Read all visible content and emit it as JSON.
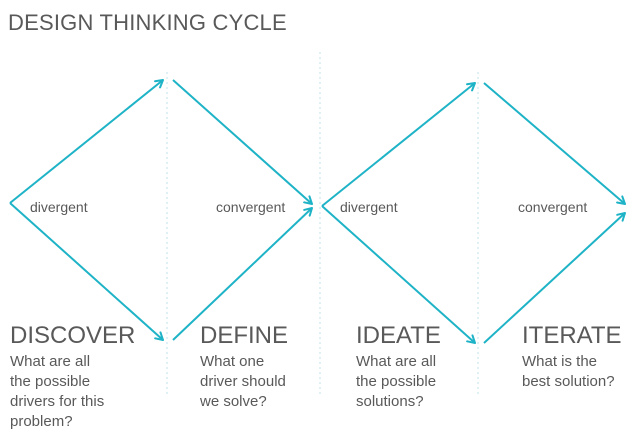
{
  "title": "DESIGN THINKING CYCLE",
  "labels": {
    "divergent_1": "divergent",
    "convergent_1": "convergent",
    "divergent_2": "divergent",
    "convergent_2": "convergent"
  },
  "phases": [
    {
      "name": "DISCOVER",
      "question": "What are all\nthe possible\ndrivers for this\nproblem?"
    },
    {
      "name": "DEFINE",
      "question": "What one\ndriver should\nwe solve?"
    },
    {
      "name": "IDEATE",
      "question": "What are all\nthe possible\nsolutions?"
    },
    {
      "name": "ITERATE",
      "question": "What is the\nbest solution?"
    }
  ],
  "colors": {
    "arrow": "#1EB3C6",
    "divider": "#BFE3E8",
    "text": "#595959"
  }
}
